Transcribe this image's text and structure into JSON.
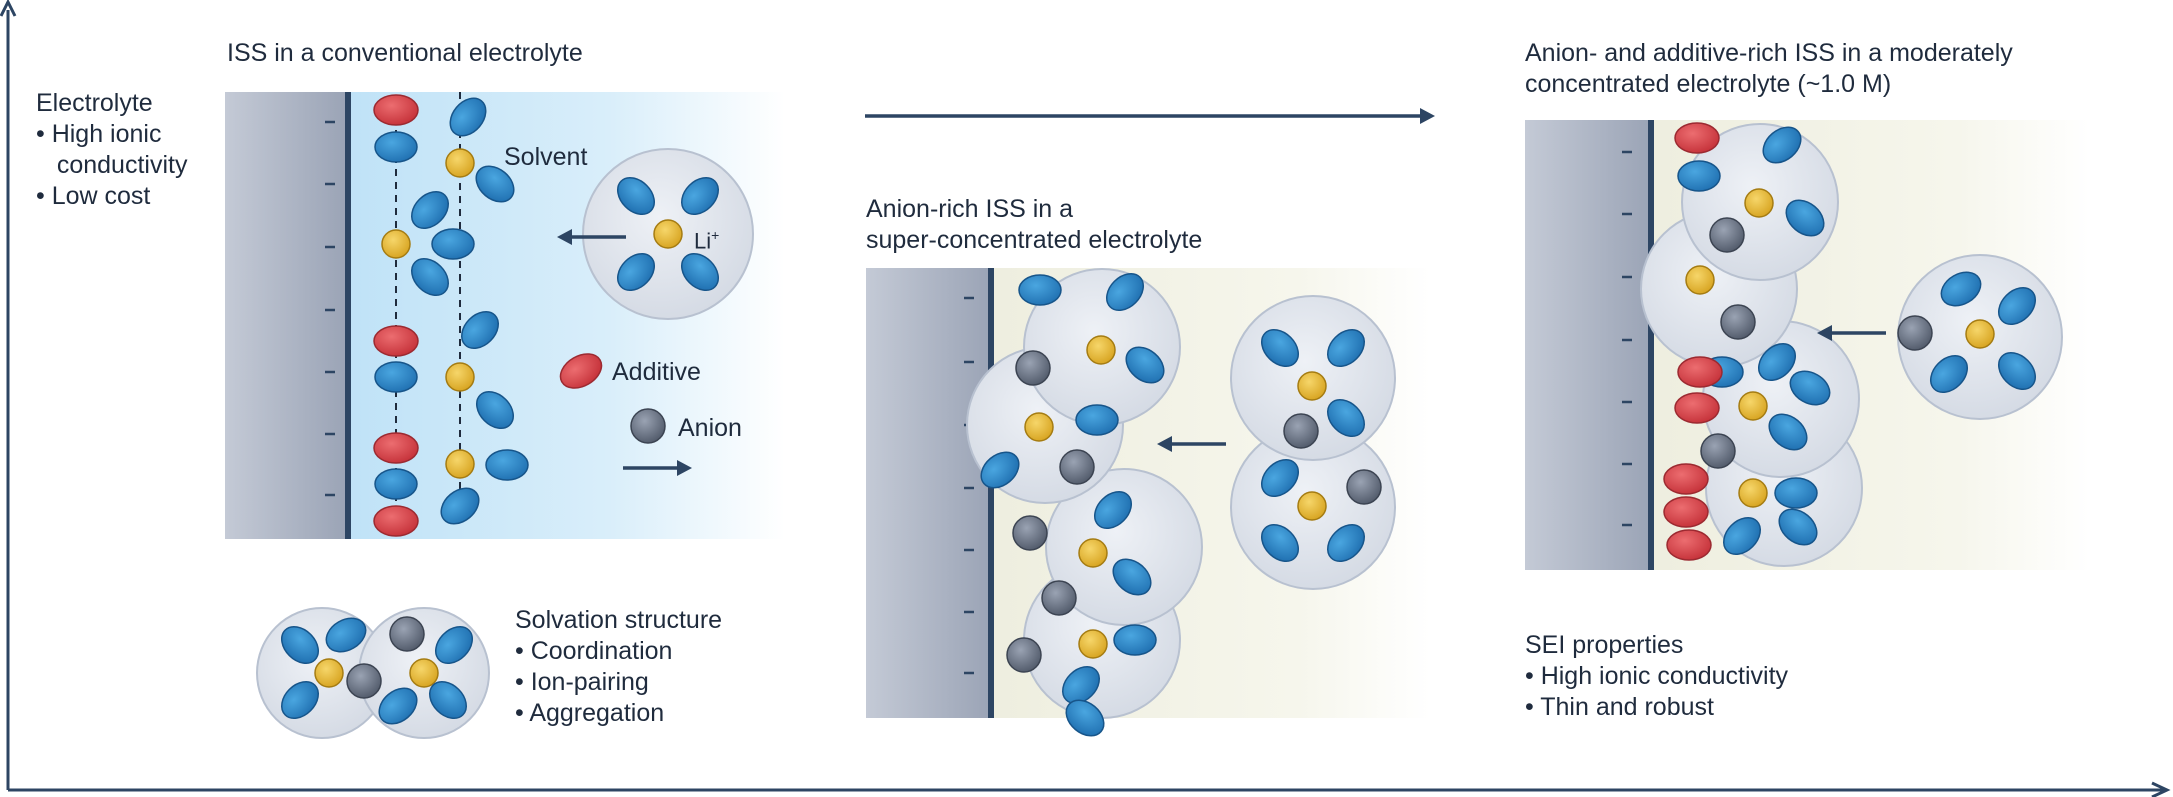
{
  "panel_left": {
    "title": "ISS in a conventional electrolyte",
    "electrolyte": "Electrolyte\n• High ionic\n   conductivity\n• Low cost",
    "solvent_label": "Solvent",
    "li_label": "Li",
    "li_sup": "+",
    "additive_label": "Additive",
    "anion_label": "Anion",
    "solvation": "Solvation structure\n• Coordination\n• Ion-pairing\n• Aggregation"
  },
  "panel_middle": {
    "title": "Anion-rich ISS in a\nsuper-concentrated electrolyte"
  },
  "panel_right": {
    "title": "Anion- and additive-rich ISS in a moderately\nconcentrated electrolyte (~1.0 M)",
    "sei": "SEI properties\n• High ionic conductivity\n• Thin and robust"
  },
  "colors": {
    "axis": "#2d4563",
    "electrode": "#a9b1c2",
    "solvent": "#2a87c8",
    "li": "#e5b42e",
    "additive": "#d9474d",
    "anion": "#6f7888",
    "shell": "#dfe4ec"
  }
}
